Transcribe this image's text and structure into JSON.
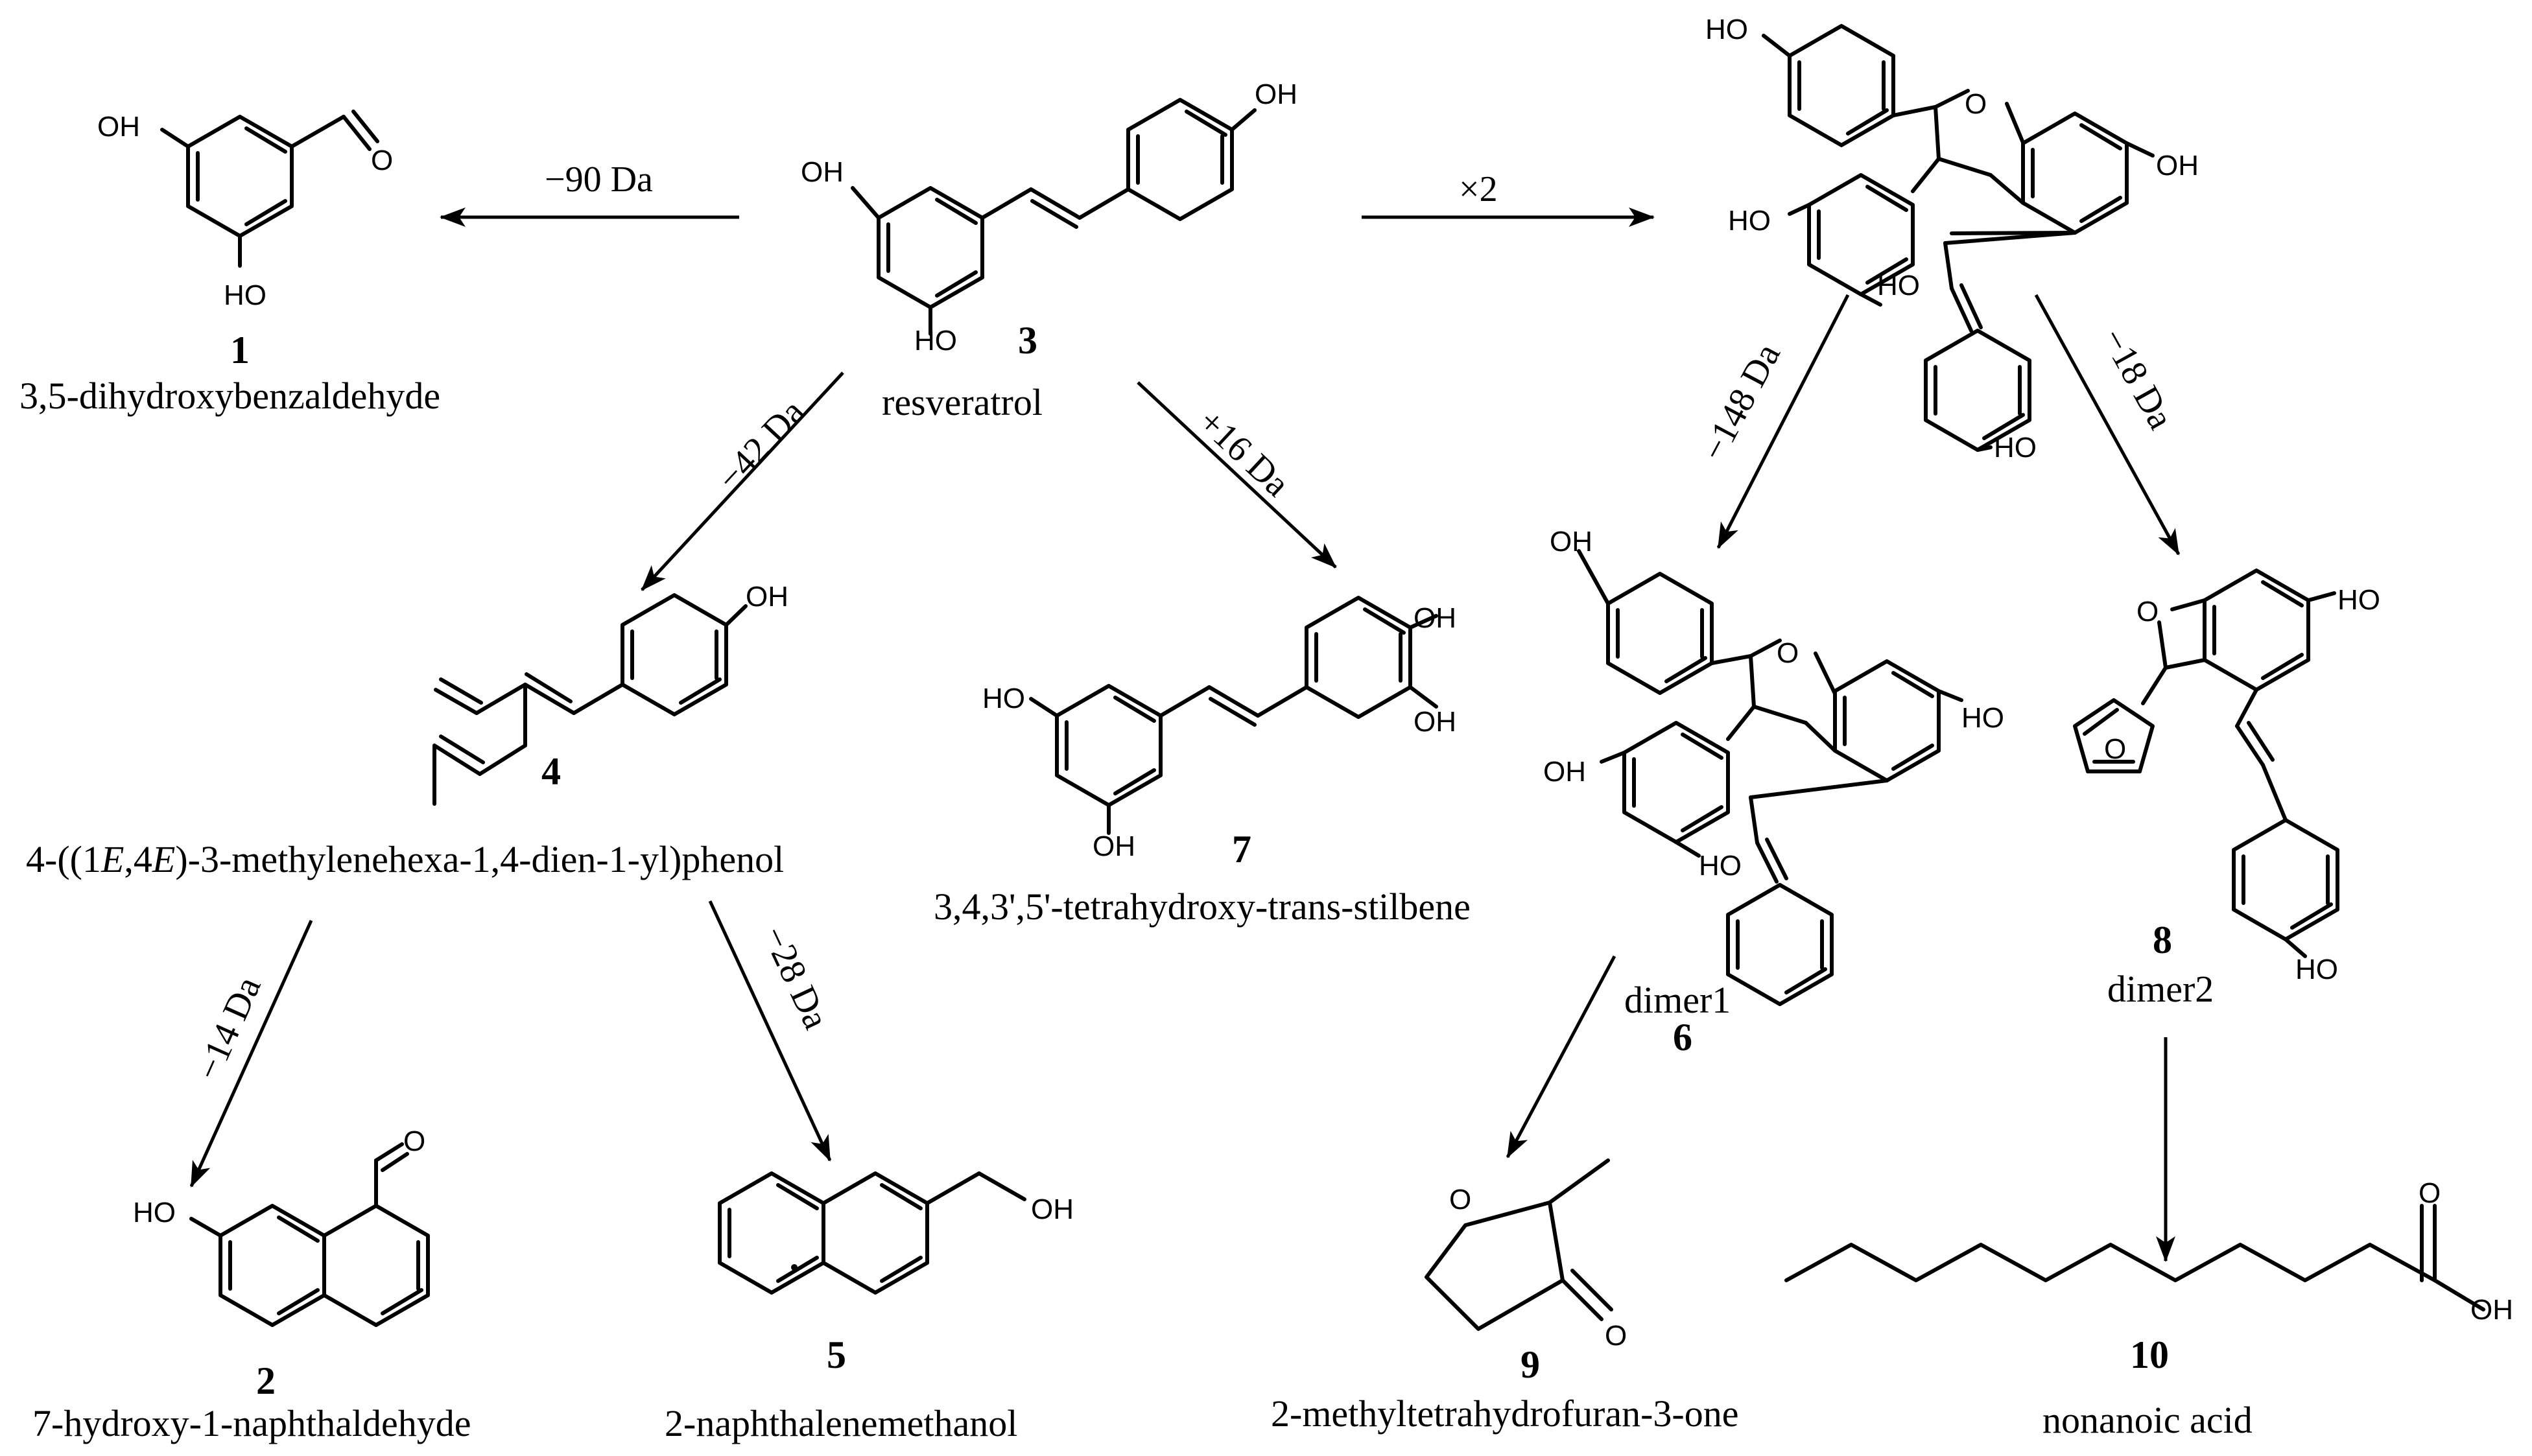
{
  "compounds": {
    "c1": {
      "number": "1",
      "name": "3,5-dihydroxybenzaldehyde"
    },
    "c2": {
      "number": "2",
      "name": "7-hydroxy-1-naphthaldehyde"
    },
    "c3": {
      "number": "3",
      "name": "resveratrol"
    },
    "c4": {
      "number": "4",
      "name_parts": [
        "4-((1",
        "E",
        ",4",
        "E",
        ")-3-methylenehexa-1,4-dien-1-yl)phenol"
      ]
    },
    "c5": {
      "number": "5",
      "name": "2-naphthalenemethanol"
    },
    "c6": {
      "number": "6",
      "name": "dimer1"
    },
    "c7": {
      "number": "7",
      "name": "3,4,3',5'-tetrahydroxy-trans-stilbene"
    },
    "c8": {
      "number": "8",
      "name": "dimer2"
    },
    "c9": {
      "number": "9",
      "name": "2-methyltetrahydrofuran-3-one"
    },
    "c10": {
      "number": "10",
      "name": "nonanoic acid"
    }
  },
  "arrows": {
    "to1": "−90 Da",
    "to4": "−42 Da",
    "to7": "+16 Da",
    "dimer": "×2",
    "to6": "−148 Da",
    "to8": "−18 Da",
    "to2": "−14 Da",
    "to5": "−28 Da"
  },
  "atoms": {
    "oh": "OH",
    "ho": "HO",
    "o": "O"
  }
}
